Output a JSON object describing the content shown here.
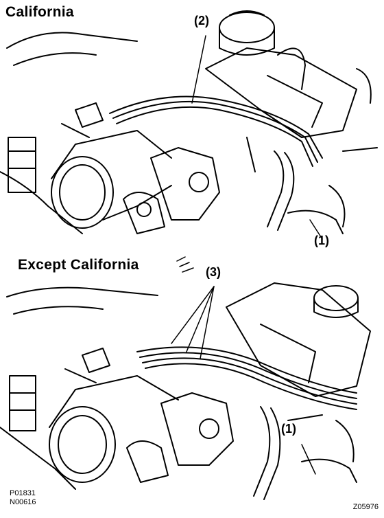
{
  "panels": {
    "top": {
      "heading": "California",
      "callouts": {
        "c2": "(2)",
        "c1": "(1)"
      }
    },
    "bottom": {
      "heading": "Except California",
      "callouts": {
        "c3": "(3)",
        "c1": "(1)"
      }
    }
  },
  "footer": {
    "code_line1": "P01831",
    "code_line2": "N00616",
    "code_right": "Z05976"
  },
  "colors": {
    "ink": "#000000",
    "paper": "#ffffff"
  }
}
